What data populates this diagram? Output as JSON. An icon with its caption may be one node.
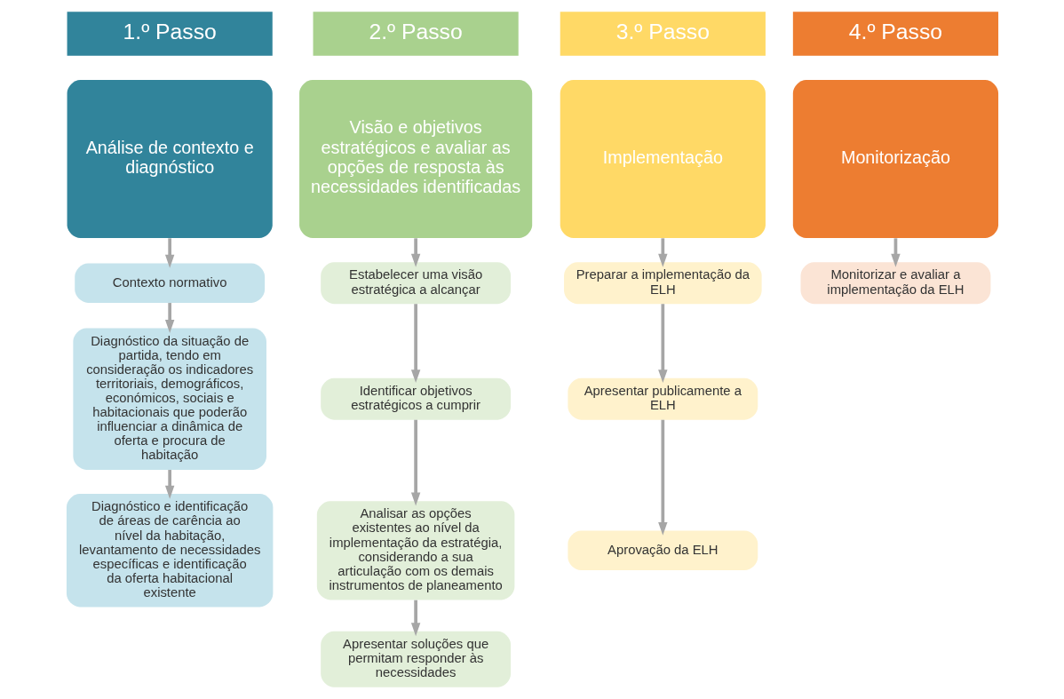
{
  "diagram": {
    "nodes": [
      {
        "text": [
          "1.º Passo"
        ]
      },
      {
        "text": [
          "2.º Passo"
        ]
      },
      {
        "text": [
          "3.º Passo"
        ]
      },
      {
        "text": [
          "4.º Passo"
        ]
      },
      {
        "text": [
          "Análise de contexto e diagnóstico"
        ]
      },
      {
        "text": [
          "Visão e objetivos estratégicos e avaliar as opções de resposta às necessidades identificadas"
        ]
      },
      {
        "text": [
          "Implementação"
        ]
      },
      {
        "text": [
          "Monitorização"
        ]
      },
      {
        "text": [
          "Contexto normativo"
        ]
      },
      {
        "text": [
          "Diagnóstico da situação de partida, tendo em consideração os indicadores territoriais, demográficos, económicos, sociais e habitacionais que poderão influenciar a dinâmica de oferta e procura de habitação"
        ]
      },
      {
        "text": [
          "Diagnóstico e identificação de áreas de carência ao nível da habitação, levantamento de necessidades específicas e identificação da oferta habitacional existente"
        ]
      },
      {
        "text": [
          "Estabelecer uma visão estratégica a alcançar"
        ]
      },
      {
        "text": [
          "Identificar objetivos estratégicos a cumprir"
        ]
      },
      {
        "text": [
          "Analisar as opções existentes ao nível da implementação da estratégia, considerando a sua articulação com os demais instrumentos de planeamento"
        ]
      },
      {
        "text": [
          "Apresentar soluções que permitam responder às necessidades"
        ]
      },
      {
        "text": [
          "Preparar a implementação da ELH"
        ]
      },
      {
        "text": [
          "Apresentar publicamente a ELH"
        ]
      },
      {
        "text": [
          "Aprovação da ELH"
        ]
      },
      {
        "text": [
          "Monitorizar e avaliar a implementação da ELH"
        ]
      }
    ],
    "edges": [
      {
        "from": 4,
        "to": 8,
        "arrow": "to"
      },
      {
        "from": 8,
        "to": 9,
        "arrow": "to"
      },
      {
        "from": 9,
        "to": 10,
        "arrow": "to"
      },
      {
        "from": 5,
        "to": 11,
        "arrow": "to"
      },
      {
        "from": 11,
        "to": 12,
        "arrow": "to"
      },
      {
        "from": 12,
        "to": 13,
        "arrow": "to"
      },
      {
        "from": 13,
        "to": 14,
        "arrow": "to"
      },
      {
        "from": 6,
        "to": 15,
        "arrow": "to"
      },
      {
        "from": 15,
        "to": 16,
        "arrow": "to"
      },
      {
        "from": 16,
        "to": 17,
        "arrow": "to"
      },
      {
        "from": 7,
        "to": 18,
        "arrow": "to"
      }
    ]
  }
}
